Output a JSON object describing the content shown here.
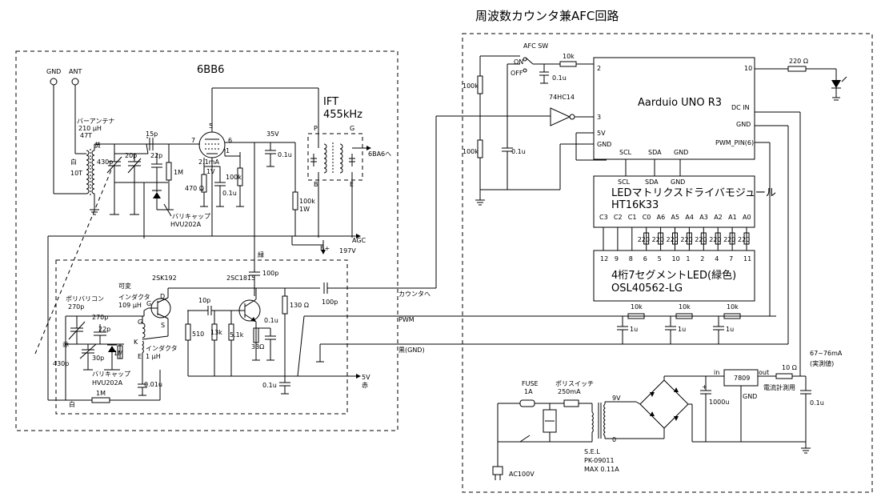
{
  "title": "周波数カウンタ兼AFC回路",
  "tube": {
    "name": "6BB6",
    "p1": "1",
    "p2": "5",
    "p3": "6",
    "p4": "7",
    "current": "2.1mA",
    "grid_v": "1V"
  },
  "ift": {
    "name": "IFT",
    "freq": "455kHz",
    "P": "P",
    "G": "G",
    "B": "B",
    "E": "E"
  },
  "terminals": {
    "gnd": "GND",
    "ant": "ANT",
    "to_6ba6": "6BA6へ",
    "agc": "AGC",
    "bplus": "B+",
    "v197": "197V",
    "v5": "5V",
    "red": "赤",
    "white": "白",
    "green": "緑",
    "yellow": "黄",
    "counter": "カウンタへ",
    "pwm": "PWM",
    "black_gnd": "黒(GND)"
  },
  "antenna": {
    "bar": "バーアンテナ",
    "ind": "210 μH",
    "turns": "47T",
    "turns2": "10T"
  },
  "labels": {
    "c15p": "15p",
    "c430p": "430p",
    "c20p": "20p",
    "c22p": "22p",
    "r1m": "1M",
    "varicap1": "バリキャップ",
    "varicap1_model": "HVU202A",
    "r470": "470 Ω",
    "c01u_a": "0.1u",
    "r100k_a": "100k",
    "v35": "35V",
    "c01u_b": "0.1u",
    "r100k_b": "100k",
    "w1": "1W",
    "c100p": "100p",
    "fet": "2SK192",
    "bjt": "2SC1815",
    "poly": "ポリバリコン",
    "c270p": "270p",
    "c270p_b": "270p",
    "c22p_b": "22p",
    "c30p": "30p",
    "c430p_b": "430p",
    "var_ind": "可変",
    "var_ind2": "インダクタ",
    "var_ind3": "109 μH",
    "ind2": "インダクタ",
    "ind2_val": "1 μH",
    "varicap2": "バリキャップ",
    "varicap2_model": "HVU202A",
    "c001u": "0.01u",
    "r1m_b": "1M",
    "c10p": "10p",
    "r510": "510",
    "r13k": "13k",
    "r51k": "5.1k",
    "r33": "33Ω",
    "r130": "130 Ω",
    "c01u_c": "0.1u",
    "c100p_b": "100p",
    "c01u_d": "0.1u",
    "G": "G",
    "D": "D",
    "S": "S",
    "K": "K",
    "E": "E"
  },
  "afc": {
    "afc_sw": "AFC SW",
    "on": "ON",
    "off": "OFF",
    "r10k": "10k",
    "c01u": "0.1u",
    "r100k_1": "100k",
    "r100k_2": "100k",
    "c01u_b": "0.1u",
    "gate": "74HC14",
    "r220": "220 Ω",
    "uno": "Aarduio UNO R3",
    "p2": "2",
    "p3": "3",
    "p5v": "5V",
    "gnd": "GND",
    "p10": "10",
    "dcin": "DC IN",
    "gnd2": "GND",
    "pwm_pin": "PWM_PIN(6)",
    "scl": "SCL",
    "sda": "SDA",
    "gnd3": "GND",
    "drv_scl": "SCL",
    "drv_sda": "SDA",
    "drv_gnd": "GND",
    "drv1": "LEDマトリクスドライバモジュール",
    "drv2": "HT16K33",
    "drv_pins": [
      "C3",
      "C2",
      "C1",
      "C0",
      "A6",
      "A5",
      "A4",
      "A3",
      "A2",
      "A1",
      "A0"
    ],
    "res": "220",
    "led_pins": [
      "12",
      "9",
      "8",
      "6",
      "5",
      "10",
      "1",
      "2",
      "4",
      "7",
      "11"
    ],
    "led1": "4桁7セグメントLED(緑色)",
    "led2": "OSL40562-LG",
    "r10k_a": "10k",
    "r10k_b": "10k",
    "r10k_c": "10k",
    "c1u_a": "1u",
    "c1u_b": "1u",
    "c1u_c": "1u"
  },
  "power": {
    "fuse": "FUSE",
    "fuse_a": "1A",
    "polysw": "ポリスイッチ",
    "polysw_ma": "250mA",
    "v9": "9V",
    "zero": "0",
    "sel": "S.E.L",
    "trans": "PK-09011",
    "max": "MAX 0.11A",
    "ac": "AC100V",
    "c1000u": "1000u",
    "reg": "7809",
    "in": "in",
    "out": "out",
    "gnd": "GND",
    "r10": "10 Ω",
    "meas": "電流計測用",
    "c01u": "0.1u",
    "current": "67~76mA",
    "measured": "(実測値)"
  }
}
